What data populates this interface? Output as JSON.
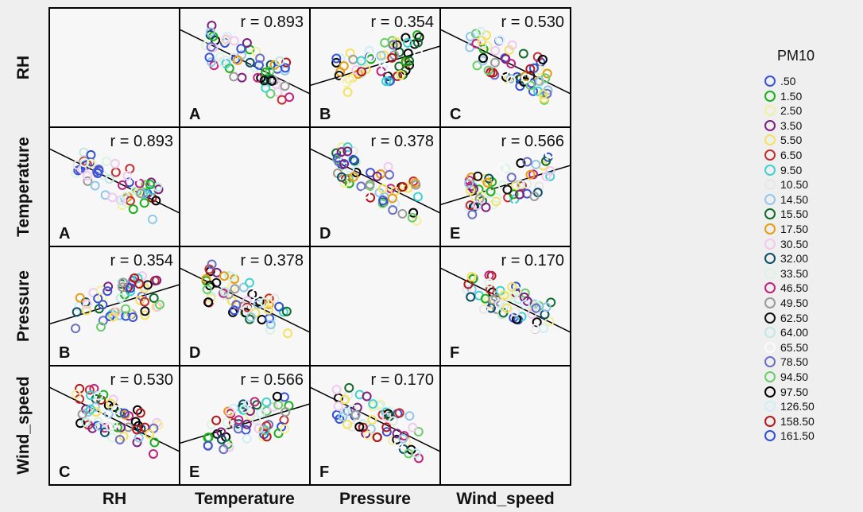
{
  "chart_data": {
    "type": "scatter",
    "variables": [
      "RH",
      "Temperature",
      "Pressure",
      "Wind_speed"
    ],
    "legend": {
      "title": "PM10",
      "placement": "right",
      "items": [
        {
          "label": ".50",
          "color": "#3b52d9"
        },
        {
          "label": "1.50",
          "color": "#19b019"
        },
        {
          "label": "2.50",
          "color": "#f3ef9f"
        },
        {
          "label": "3.50",
          "color": "#7d1f7d"
        },
        {
          "label": "5.50",
          "color": "#f4e25d"
        },
        {
          "label": "6.50",
          "color": "#c62e2e"
        },
        {
          "label": "9.50",
          "color": "#3dd3cf"
        },
        {
          "label": "10.50",
          "color": "#e6e6e6"
        },
        {
          "label": "14.50",
          "color": "#92c7ea"
        },
        {
          "label": "15.50",
          "color": "#0f6a2b"
        },
        {
          "label": "17.50",
          "color": "#e79c12"
        },
        {
          "label": "30.50",
          "color": "#f1c9ef"
        },
        {
          "label": "32.00",
          "color": "#0a4d66"
        },
        {
          "label": "33.50",
          "color": "#d9f4e1"
        },
        {
          "label": "46.50",
          "color": "#c4217e"
        },
        {
          "label": "49.50",
          "color": "#9a9a9a"
        },
        {
          "label": "62.50",
          "color": "#111111"
        },
        {
          "label": "64.00",
          "color": "#bfe8e5"
        },
        {
          "label": "65.50",
          "color": "#fbfbfb"
        },
        {
          "label": "78.50",
          "color": "#6b6fc4"
        },
        {
          "label": "94.50",
          "color": "#68cf68"
        },
        {
          "label": "97.50",
          "color": "#000000"
        },
        {
          "label": "126.50",
          "color": "#cfeff8"
        },
        {
          "label": "158.50",
          "color": "#b5161a"
        },
        {
          "label": "161.50",
          "color": "#2e4fd6"
        }
      ]
    },
    "pairs": [
      {
        "row": "RH",
        "col": "Temperature",
        "r": "r = 0.893",
        "letter": "A",
        "slope": -1
      },
      {
        "row": "RH",
        "col": "Pressure",
        "r": "r = 0.354",
        "letter": "B",
        "slope": 1
      },
      {
        "row": "RH",
        "col": "Wind_speed",
        "r": "r = 0.530",
        "letter": "C",
        "slope": -1
      },
      {
        "row": "Temperature",
        "col": "RH",
        "r": "r = 0.893",
        "letter": "A",
        "slope": -1
      },
      {
        "row": "Temperature",
        "col": "Pressure",
        "r": "r = 0.378",
        "letter": "D",
        "slope": -1
      },
      {
        "row": "Temperature",
        "col": "Wind_speed",
        "r": "r = 0.566",
        "letter": "E",
        "slope": 1
      },
      {
        "row": "Pressure",
        "col": "RH",
        "r": "r = 0.354",
        "letter": "B",
        "slope": 1
      },
      {
        "row": "Pressure",
        "col": "Temperature",
        "r": "r = 0.378",
        "letter": "D",
        "slope": -1
      },
      {
        "row": "Pressure",
        "col": "Wind_speed",
        "r": "r = 0.170",
        "letter": "F",
        "slope": -1
      },
      {
        "row": "Wind_speed",
        "col": "RH",
        "r": "r = 0.530",
        "letter": "C",
        "slope": -1
      },
      {
        "row": "Wind_speed",
        "col": "Temperature",
        "r": "r = 0.566",
        "letter": "E",
        "slope": 1
      },
      {
        "row": "Wind_speed",
        "col": "Pressure",
        "r": "r = 0.170",
        "letter": "F",
        "slope": -1
      }
    ],
    "grid": false
  }
}
